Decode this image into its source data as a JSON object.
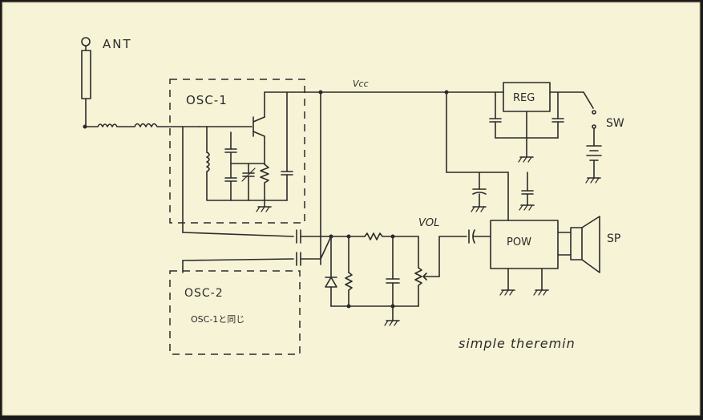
{
  "labels": {
    "ant": "ANT",
    "osc1": "OSC-1",
    "osc2": "OSC-2",
    "osc2_note": "OSC-1と同じ",
    "vcc": "Vcc",
    "reg": "REG",
    "sw": "SW",
    "vol": "VOL",
    "pow": "POW",
    "sp": "SP",
    "title": "simple theremin"
  },
  "colors": {
    "paper": "#f7f3d6",
    "ink": "#2a2a2a",
    "background": "#1a1a1a"
  }
}
